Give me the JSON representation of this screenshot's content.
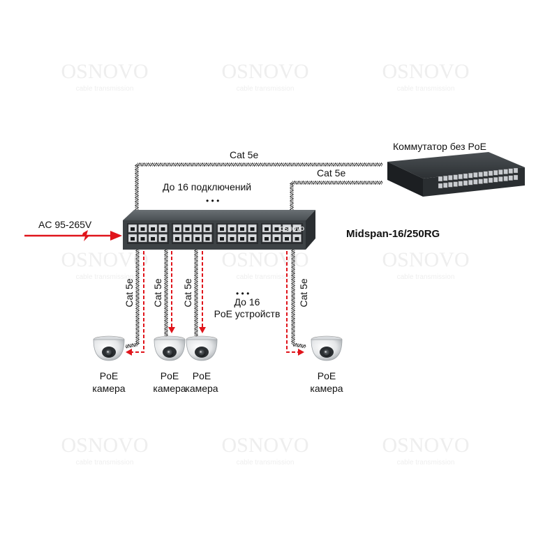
{
  "watermark": {
    "brand": "OSNOVO",
    "tagline": "cable transmission"
  },
  "labels": {
    "switch_no_poe": "Коммутатор без PoE",
    "cable_top": "Cat 5e",
    "cable_second": "Cat 5e",
    "up_to_16_connections": "До 16 подключений",
    "dots_top": "• • •",
    "power": "AC 95-265V",
    "model": "Midspan-16/250RG",
    "device_brand": "OSNOVO",
    "cable_v1": "Cat 5e",
    "cable_v2": "Cat 5e",
    "cable_v3": "Cat 5e",
    "cable_v4": "Cat 5e",
    "dots_bottom": "• • •",
    "up_to_16": "До 16",
    "poe_devices": "PoE устройств"
  },
  "cameras": [
    {
      "line1": "PoE",
      "line2": "камера"
    },
    {
      "line1": "PoE",
      "line2": "камера"
    },
    {
      "line1": "PoE",
      "line2": "камера"
    },
    {
      "line1": "PoE",
      "line2": "камера"
    }
  ],
  "colors": {
    "power_arrow": "#e0141b",
    "poe_dashed": "#e0141b",
    "midspan_body": "#3d4245",
    "switch_body": "#25282b",
    "cable": "#333333"
  }
}
